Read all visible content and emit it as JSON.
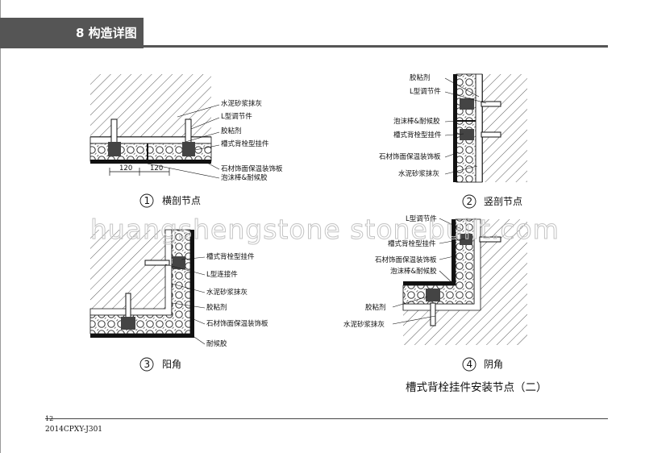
{
  "header": {
    "title": "8 构造详图"
  },
  "watermark": "huangshengstone stonebuilt.com",
  "footer": {
    "page_number": "12",
    "doc_code": "2014CPXY-J301"
  },
  "drawing_title": "槽式背栓挂件安装节点（二）",
  "details": [
    {
      "num": "1",
      "caption": "横剖节点",
      "labels": [
        "水泥砂浆抹灰",
        "L型调节件",
        "胶粘剂",
        "槽式背栓型挂件",
        "石材饰面保温装饰板",
        "泡沫棒&耐候胶"
      ],
      "dims": [
        "120",
        "120"
      ]
    },
    {
      "num": "2",
      "caption": "竖剖节点",
      "labels": [
        "胶粘剂",
        "L型调节件",
        "泡沫棒&耐候胶",
        "槽式背栓型挂件",
        "石材饰面保温装饰板",
        "水泥砂浆抹灰"
      ]
    },
    {
      "num": "3",
      "caption": "阳角",
      "labels": [
        "槽式背栓型挂件",
        "L型连接件",
        "水泥砂浆抹灰",
        "胶粘剂",
        "石材饰面保温装饰板",
        "耐候胶"
      ]
    },
    {
      "num": "4",
      "caption": "阴角",
      "labels": [
        "L型调节件",
        "槽式背栓型挂件",
        "石材饰面保温装饰板",
        "泡沫棒&耐候胶",
        "胶粘剂",
        "水泥砂浆抹灰"
      ]
    }
  ]
}
